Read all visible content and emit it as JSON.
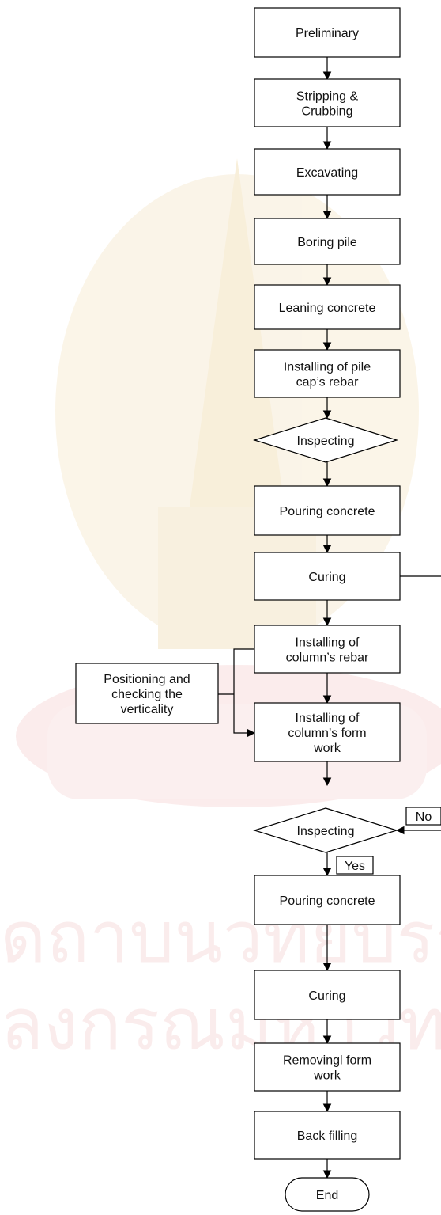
{
  "diagram": {
    "steps": [
      {
        "id": "preliminary",
        "lines": [
          "Preliminary"
        ]
      },
      {
        "id": "stripping",
        "lines": [
          "Stripping &",
          "Crubbing"
        ]
      },
      {
        "id": "excavating",
        "lines": [
          "Excavating"
        ]
      },
      {
        "id": "boring-pile",
        "lines": [
          "Boring pile"
        ]
      },
      {
        "id": "leaning-concrete",
        "lines": [
          "Leaning concrete"
        ]
      },
      {
        "id": "pile-cap-rebar",
        "lines": [
          "Installing of pile",
          "cap’s rebar"
        ]
      },
      {
        "id": "inspecting-1",
        "lines": [
          "Inspecting"
        ]
      },
      {
        "id": "pouring-1",
        "lines": [
          "Pouring concrete"
        ]
      },
      {
        "id": "curing-1",
        "lines": [
          "Curing"
        ]
      },
      {
        "id": "column-rebar",
        "lines": [
          "Installing of",
          "column’s rebar"
        ]
      },
      {
        "id": "positioning",
        "lines": [
          "Positioning and",
          "checking the",
          "verticality"
        ]
      },
      {
        "id": "column-formwork",
        "lines": [
          "Installing of",
          "column’s form",
          "work"
        ]
      },
      {
        "id": "inspecting-2",
        "lines": [
          "Inspecting"
        ]
      },
      {
        "id": "pouring-2",
        "lines": [
          "Pouring concrete"
        ]
      },
      {
        "id": "curing-2",
        "lines": [
          "Curing"
        ]
      },
      {
        "id": "removing-formwork",
        "lines": [
          "Removingl form",
          "work"
        ]
      },
      {
        "id": "back-filling",
        "lines": [
          "Back filling"
        ]
      },
      {
        "id": "end",
        "lines": [
          "End"
        ]
      }
    ],
    "branch_labels": {
      "no": "No",
      "yes": "Yes"
    }
  },
  "colors": {
    "stroke": "#000000",
    "fill": "#ffffff",
    "text": "#111111",
    "watermark": "#f6e6c8",
    "watermark_red": "#f8e0e0"
  }
}
